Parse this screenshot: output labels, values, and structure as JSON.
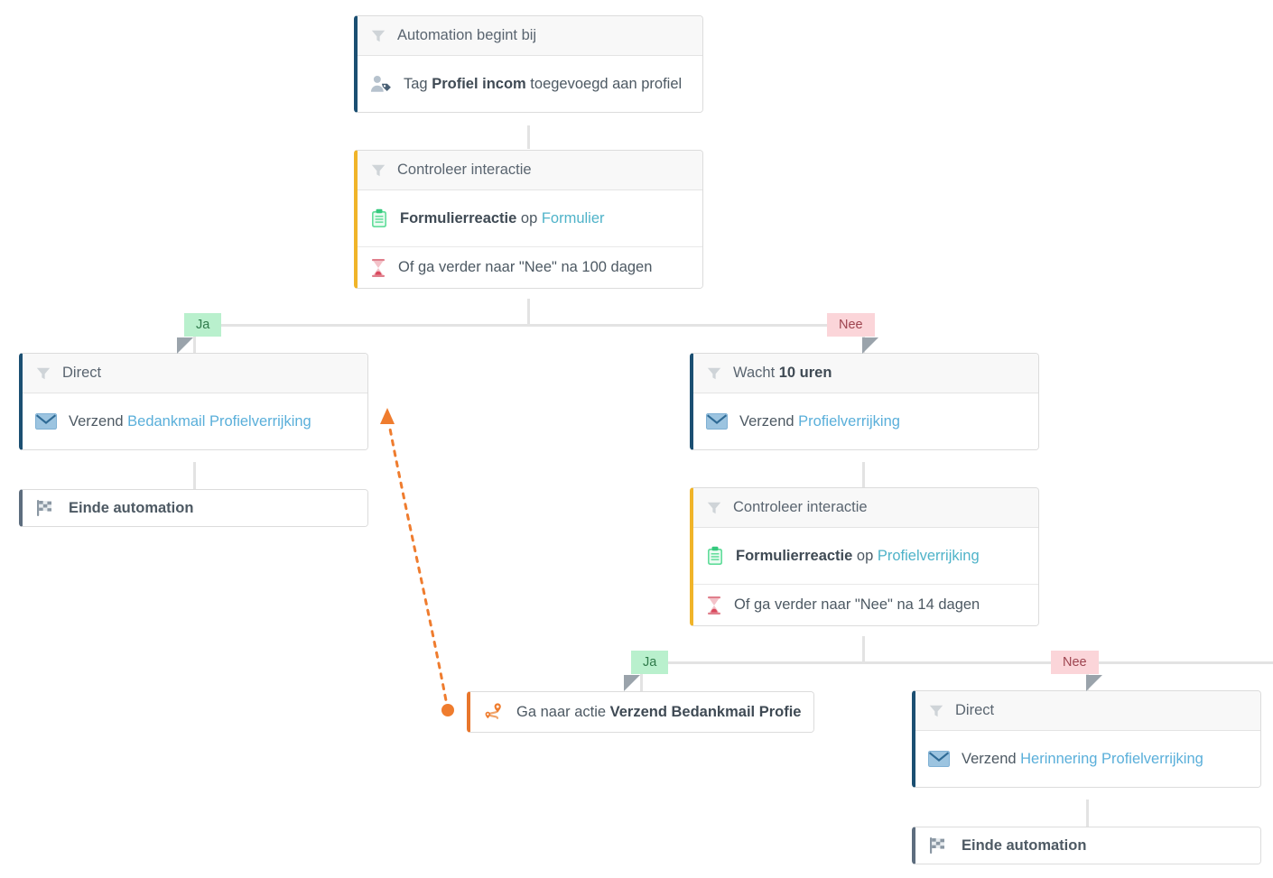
{
  "accents": {
    "blue": "#1b4f72",
    "yellow": "#f0b429",
    "orange": "#e8762c",
    "grey": "#5d6d7e",
    "link_blue": "#5aafda",
    "link_teal": "#4fb3c9",
    "badge_yes_bg": "#b9f0cd",
    "badge_yes_fg": "#2f7a4a",
    "badge_no_bg": "#fbd5d9",
    "badge_no_fg": "#9e4550",
    "line": "#e3e3e3"
  },
  "nodes": {
    "trigger": {
      "header": "Automation begint bij",
      "row_prefix": "Tag ",
      "row_strong": "Profiel incom",
      "row_suffix": " toegevoegd aan profiel",
      "icon": "user-tag-icon",
      "header_icon": "filter-icon"
    },
    "check1": {
      "header": "Controleer interactie",
      "row1_strong": "Formulierreactie",
      "row1_mid": " op ",
      "row1_link": "Formulier",
      "row2": "Of ga verder naar \"Nee\" na 100 dagen",
      "icon1": "clipboard-icon",
      "icon2": "hourglass-icon",
      "header_icon": "filter-icon"
    },
    "direct_left": {
      "header": "Direct",
      "row_prefix": "Verzend ",
      "row_link": "Bedankmail Profielverrijking",
      "icon": "envelope-icon",
      "header_icon": "filter-icon"
    },
    "end_left": {
      "label": "Einde automation",
      "icon": "checkered-flag-icon"
    },
    "wait_right": {
      "header_prefix": "Wacht ",
      "header_strong": "10 uren",
      "row_prefix": "Verzend ",
      "row_link": "Profielverrijking",
      "icon": "envelope-icon",
      "header_icon": "filter-icon"
    },
    "check2": {
      "header": "Controleer interactie",
      "row1_strong": "Formulierreactie",
      "row1_mid": " op ",
      "row1_link": "Profielverrijking",
      "row2": "Of ga verder naar \"Nee\" na 14 dagen",
      "icon1": "clipboard-icon",
      "icon2": "hourglass-icon",
      "header_icon": "filter-icon"
    },
    "goto": {
      "prefix": "Ga naar actie ",
      "strong": "Verzend Bedankmail Profie",
      "icon": "route-pins-icon"
    },
    "direct_right": {
      "header": "Direct",
      "row_prefix": "Verzend ",
      "row_link": "Herinnering Profielverrijking",
      "icon": "envelope-icon",
      "header_icon": "filter-icon"
    },
    "end_right": {
      "label": "Einde automation",
      "icon": "checkered-flag-icon"
    }
  },
  "branches": {
    "b1_yes": "Ja",
    "b1_no": "Nee",
    "b2_yes": "Ja",
    "b2_no": "Nee"
  }
}
